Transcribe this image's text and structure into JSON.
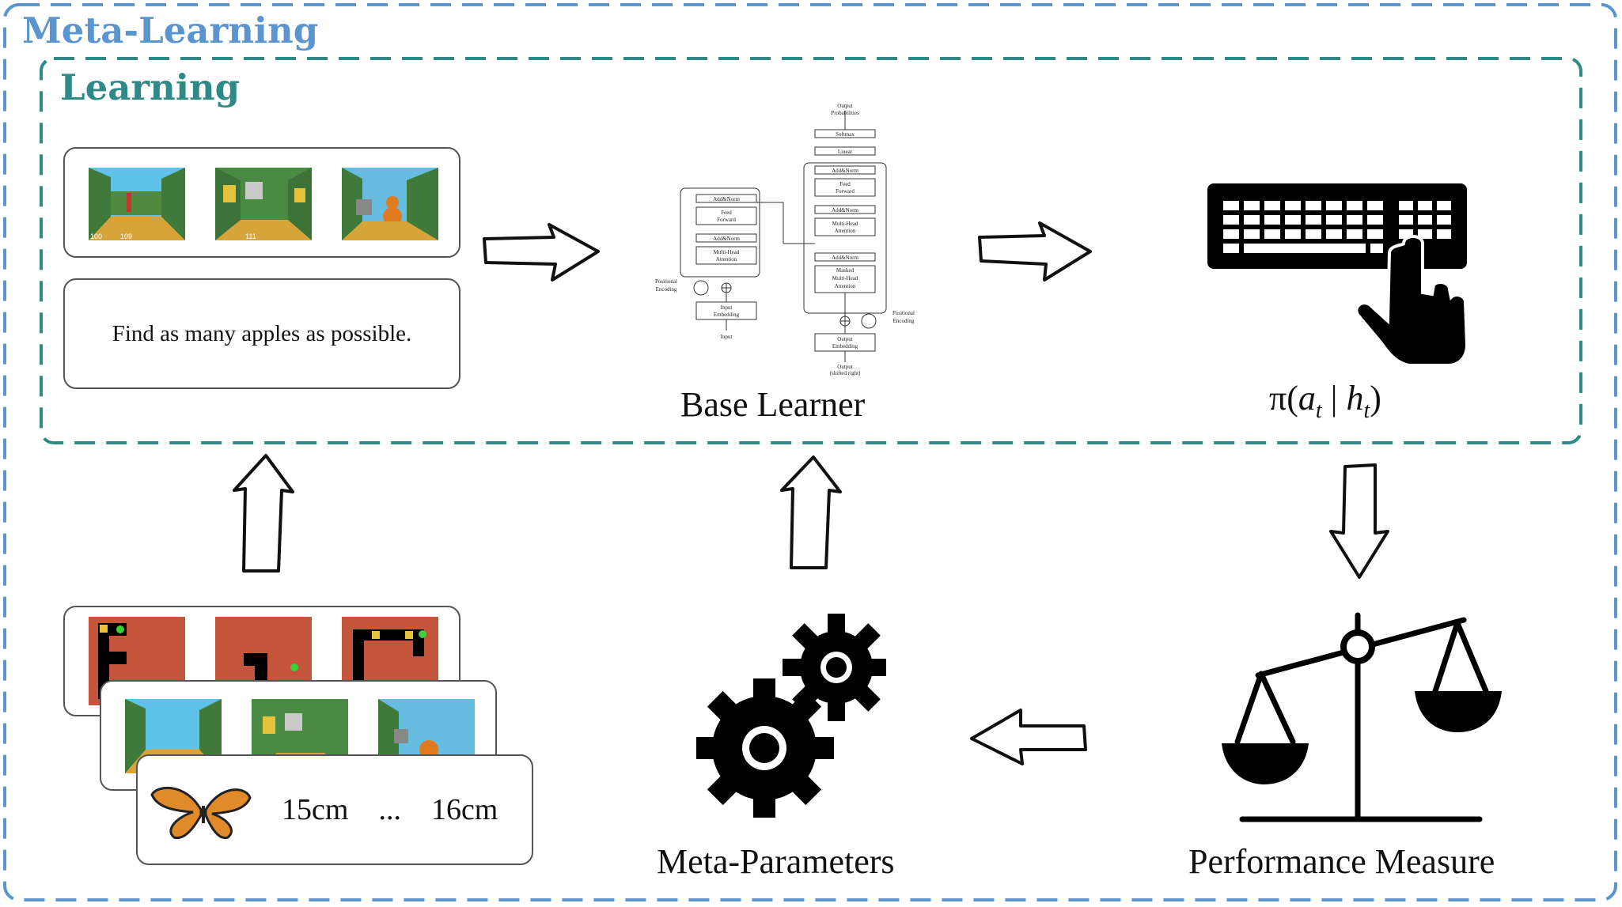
{
  "meta_box": {
    "title": "Meta-Learning",
    "color": "#5b95cf"
  },
  "learning_box": {
    "title": "Learning",
    "color": "#2e8a86"
  },
  "task": {
    "instruction": "Find as many apples as possible.",
    "hud_values": [
      "100",
      "109",
      "111"
    ]
  },
  "base_learner": {
    "label": "Base Learner",
    "transformer": {
      "output_probabilities": [
        "Output",
        "Probabilities"
      ],
      "softmax": "Softmax",
      "linear": "Linear",
      "add_norm": "Add&Norm",
      "feed_forward": [
        "Feed",
        "Forward"
      ],
      "multi_head_attention": [
        "Multi-Head",
        "Attention"
      ],
      "masked_attention": [
        "Masked",
        "Multi-Head",
        "Attention"
      ],
      "input_embedding": [
        "Input",
        "Embedding"
      ],
      "output_embedding": [
        "Output",
        "Embedding"
      ],
      "input": "Input",
      "output_shifted": [
        "Output",
        "(shifted right)"
      ],
      "positional_encoding": [
        "Positional",
        "Encoding"
      ]
    }
  },
  "policy": {
    "label_pi": "π",
    "label_a": "a",
    "label_h": "h",
    "subscript": "t"
  },
  "performance": {
    "label": "Performance Measure"
  },
  "meta_parameters": {
    "label": "Meta-Parameters"
  },
  "task_distribution": {
    "size_left": "15cm",
    "ellipsis": "...",
    "size_right": "16cm"
  }
}
